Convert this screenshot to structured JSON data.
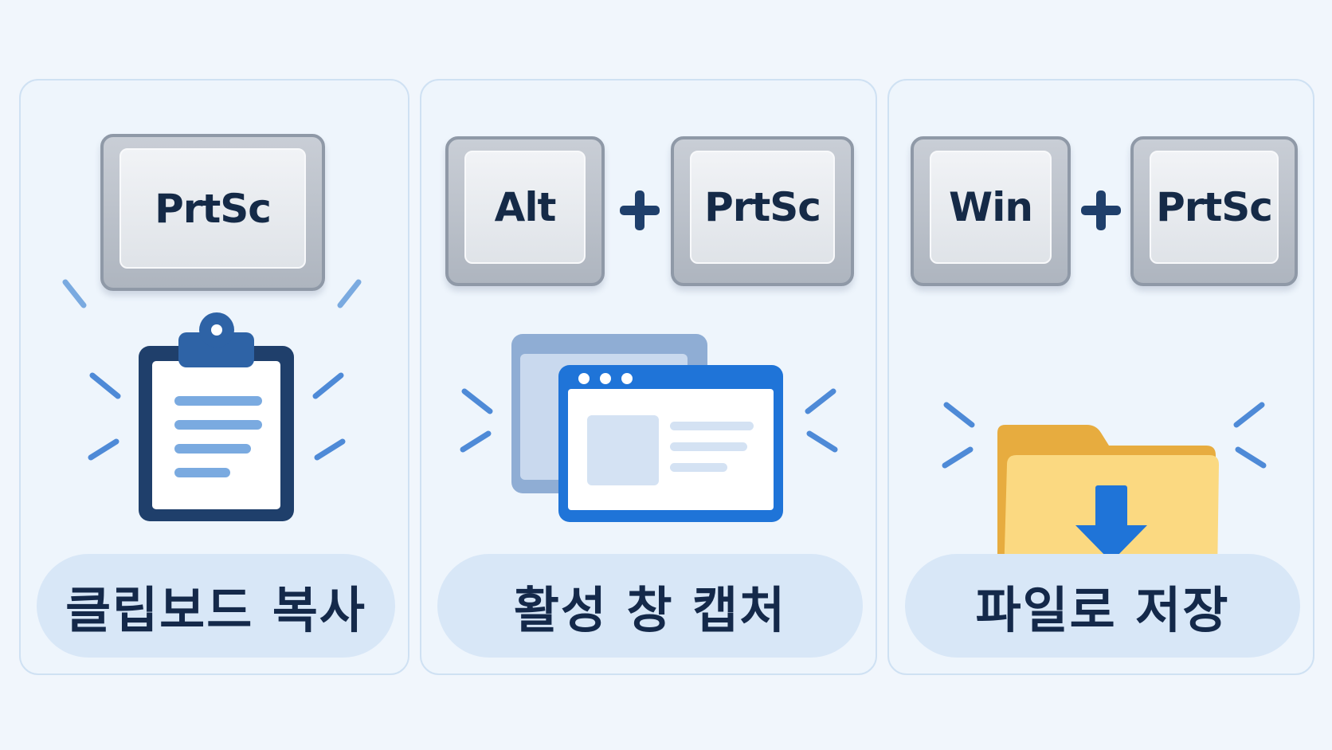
{
  "panels": [
    {
      "keys": [
        "PrtSc"
      ],
      "icon": "clipboard-icon",
      "caption": "클립보드 복사"
    },
    {
      "keys": [
        "Alt",
        "PrtSc"
      ],
      "icon": "window-icon",
      "caption": "활성 창 캡처"
    },
    {
      "keys": [
        "Win",
        "PrtSc"
      ],
      "icon": "folder-download-icon",
      "caption": "파일로 저장"
    }
  ],
  "colors": {
    "background": "#f1f6fc",
    "navy": "#1f3f6b",
    "blue": "#1f74d8",
    "light_blue": "#7aaae0",
    "folder": "#f5c96a"
  }
}
